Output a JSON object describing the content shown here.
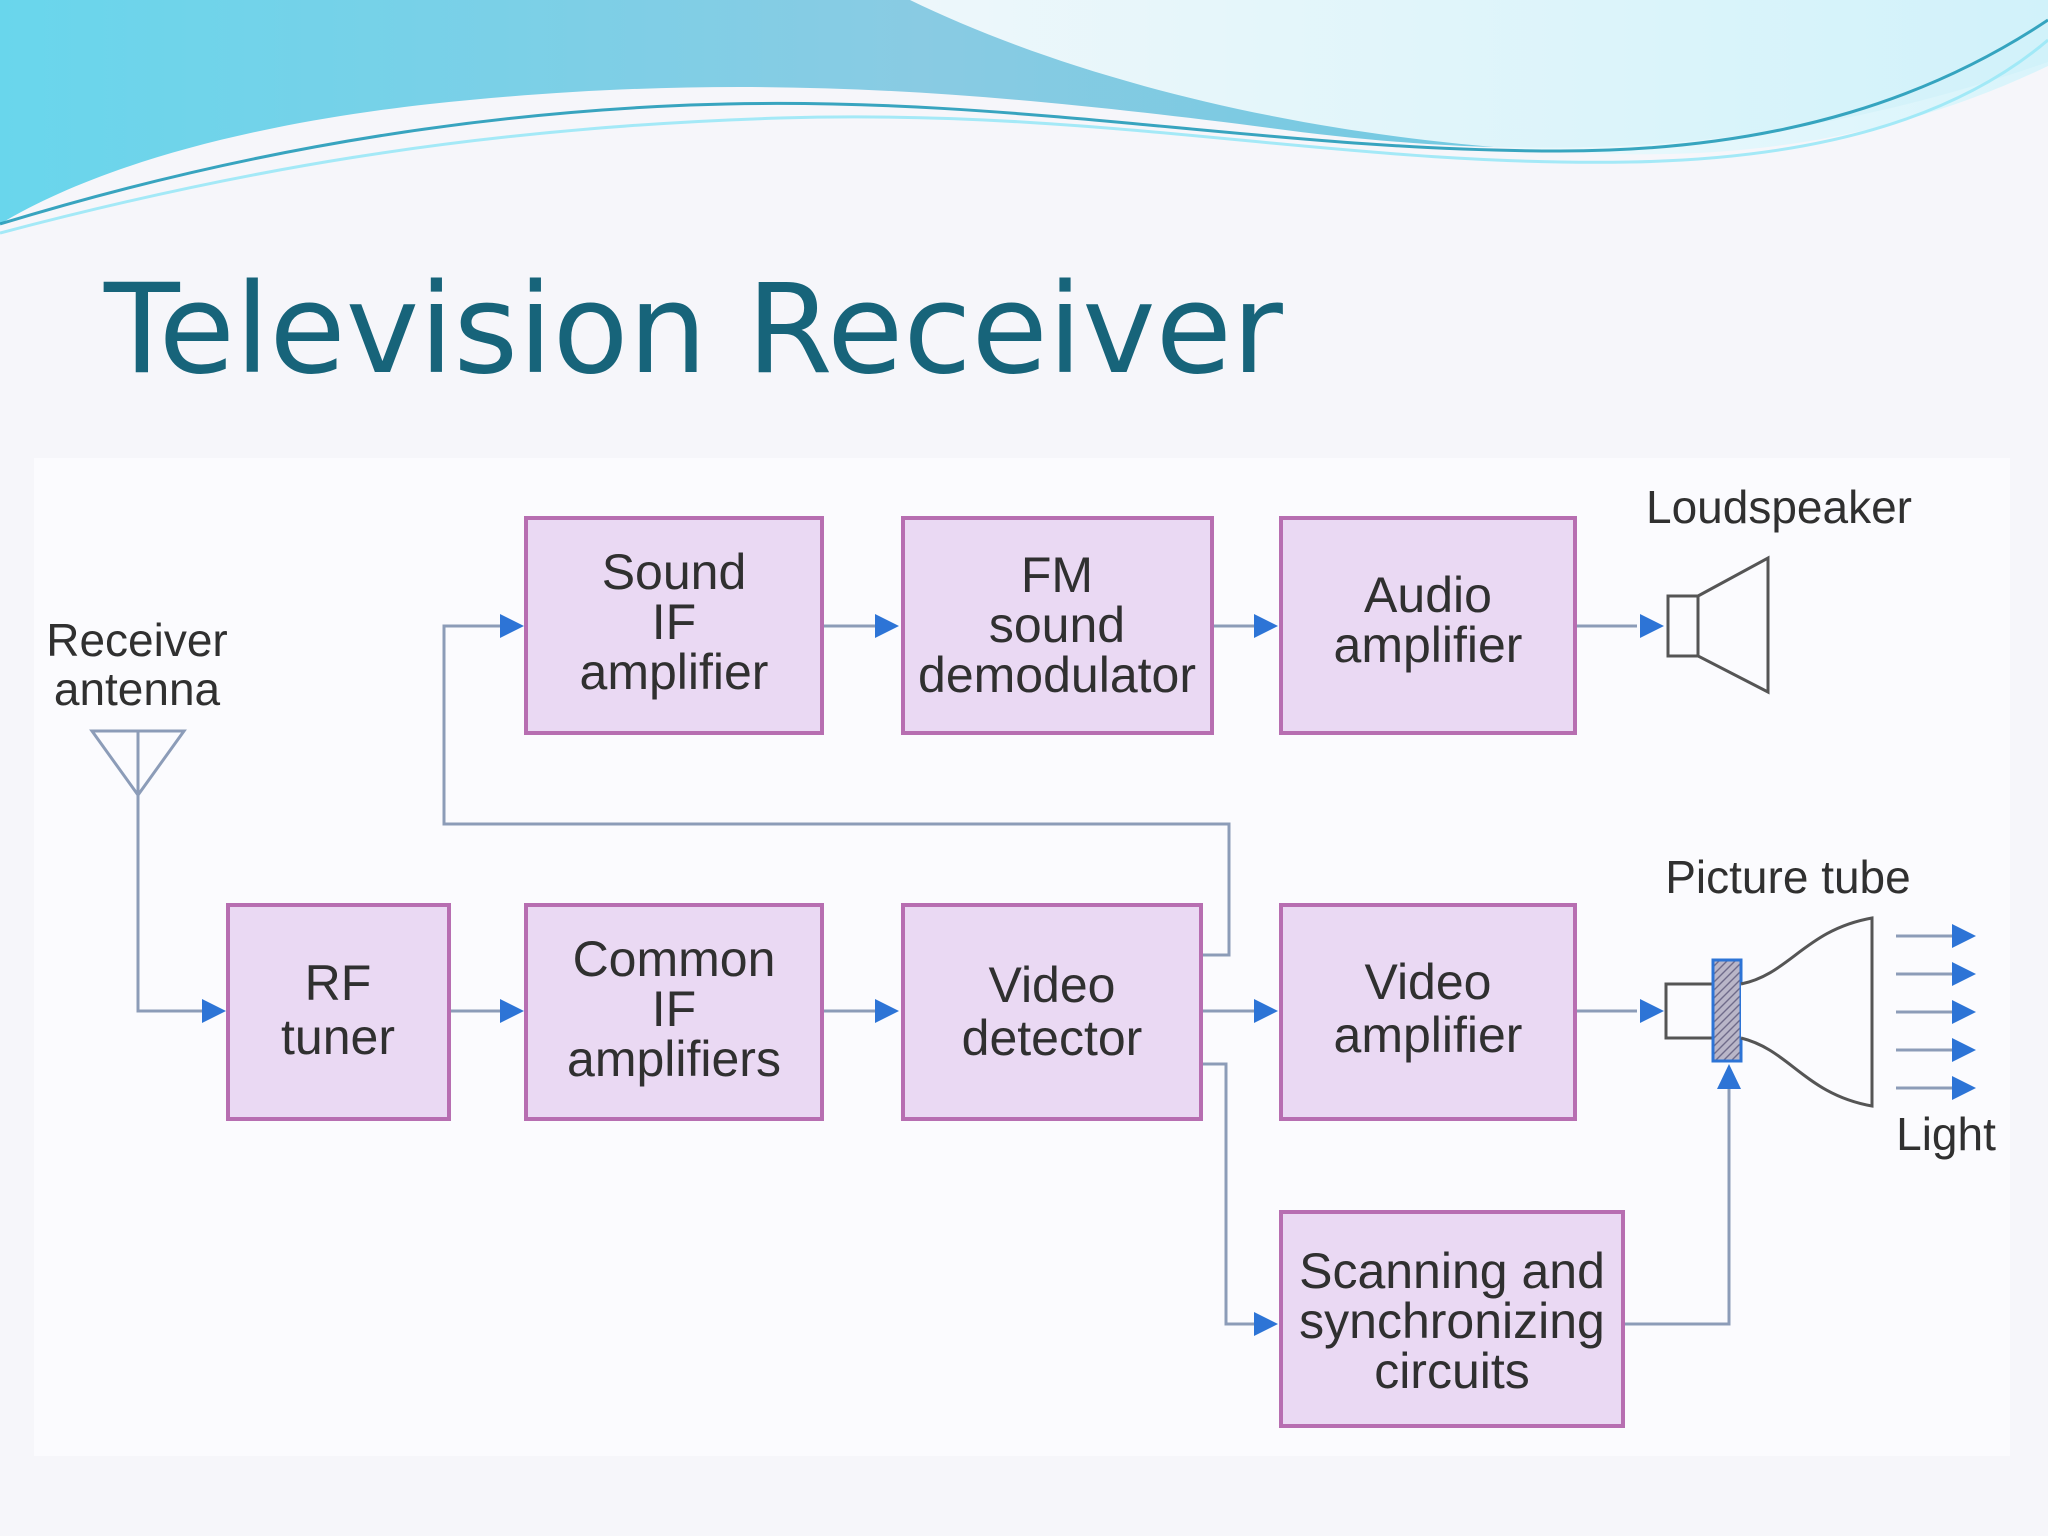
{
  "slide": {
    "title": "Television Receiver",
    "colors": {
      "title": "#17647a",
      "block_fill": "#ead9f3",
      "block_border": "#b76eb1",
      "arrow": "#2d74d6",
      "header_wave": "#7fcce4"
    }
  },
  "diagram": {
    "labels": {
      "receiver_antenna": [
        "Receiver",
        "antenna"
      ],
      "loudspeaker": "Loudspeaker",
      "picture_tube": "Picture tube",
      "light": "Light"
    },
    "blocks": {
      "sound_if_amplifier": [
        "Sound",
        "IF",
        "amplifier"
      ],
      "fm_sound_demodulator": [
        "FM",
        "sound",
        "demodulator"
      ],
      "audio_amplifier": [
        "Audio",
        "amplifier"
      ],
      "rf_tuner": [
        "RF",
        "tuner"
      ],
      "common_if_amplifiers": [
        "Common",
        "IF",
        "amplifiers"
      ],
      "video_detector": [
        "Video",
        "detector"
      ],
      "video_amplifier": [
        "Video",
        "amplifier"
      ],
      "scanning_synchronizing_circuits": [
        "Scanning and",
        "synchronizing",
        "circuits"
      ]
    }
  }
}
